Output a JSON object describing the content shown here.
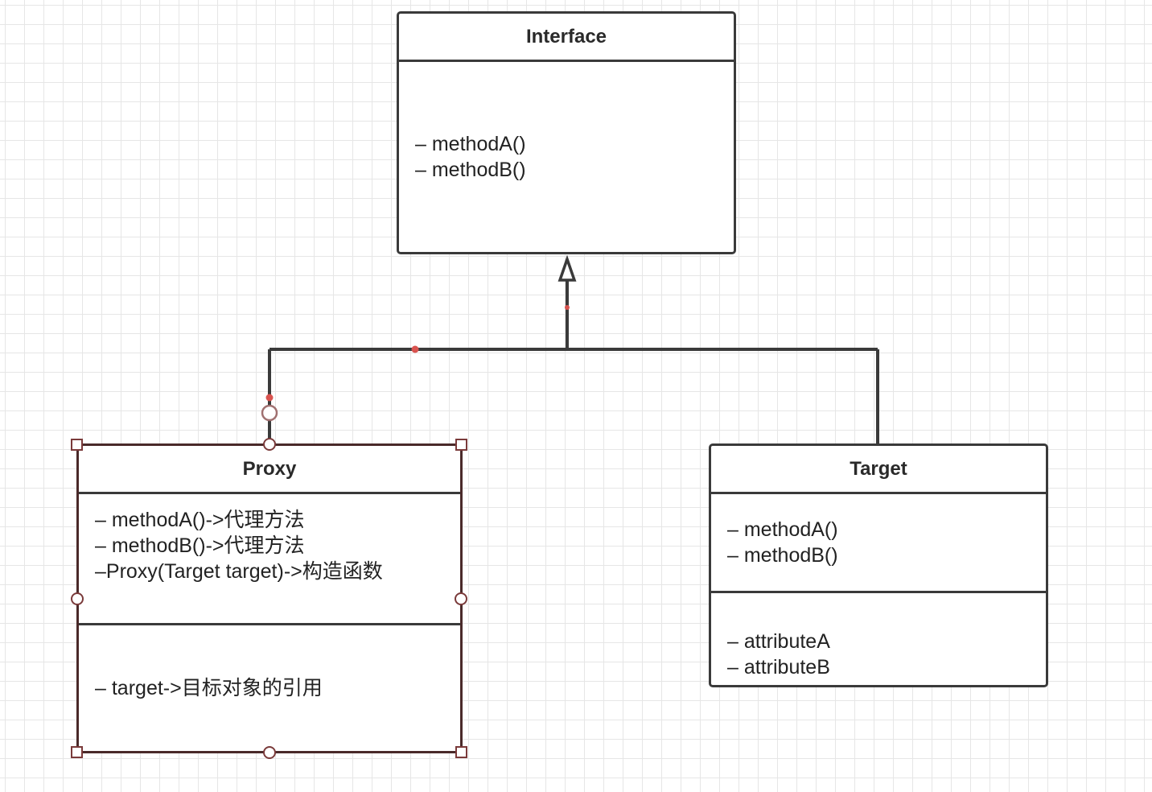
{
  "interface": {
    "title": "Interface",
    "methods": [
      "methodA()",
      "methodB()"
    ]
  },
  "proxy": {
    "title": "Proxy",
    "methods": [
      "methodA()->代理方法",
      "methodB()->代理方法",
      "Proxy(Target target)->构造函数"
    ],
    "attributes": [
      "target->目标对象的引用"
    ]
  },
  "target": {
    "title": "Target",
    "methods": [
      "methodA()",
      "methodB()"
    ],
    "attributes": [
      "attributeA",
      "attributeB"
    ]
  },
  "colors": {
    "line": "#3a3a3a",
    "selection": "#5a2a2a",
    "waypoint": "#d9534f",
    "grid": "#e6e6e6"
  }
}
